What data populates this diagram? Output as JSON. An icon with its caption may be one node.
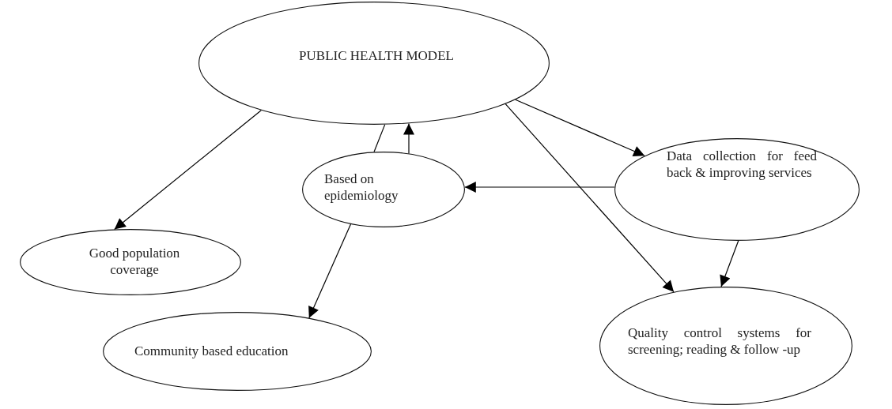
{
  "diagram": {
    "nodes": [
      {
        "text": [
          "PUBLIC HEALTH MODEL"
        ]
      },
      {
        "text": [
          "Based on epidemiology"
        ]
      },
      {
        "text": [
          "Data collection for feed back & improving services"
        ]
      },
      {
        "text": [
          "Good population coverage"
        ]
      },
      {
        "text": [
          "Community based education"
        ]
      },
      {
        "text": [
          "Quality control systems for screening; reading & follow -up"
        ]
      }
    ],
    "edges": [
      {
        "from": 0,
        "to": 3,
        "arrow": "to"
      },
      {
        "from": 0,
        "to": 1,
        "arrow": "none"
      },
      {
        "from": 1,
        "to": 0,
        "arrow": "to"
      },
      {
        "from": 1,
        "to": 4,
        "arrow": "to"
      },
      {
        "from": 0,
        "to": 2,
        "arrow": "to"
      },
      {
        "from": 2,
        "to": 1,
        "arrow": "to"
      },
      {
        "from": 0,
        "to": 5,
        "arrow": "to"
      },
      {
        "from": 2,
        "to": 5,
        "arrow": "to"
      }
    ]
  }
}
